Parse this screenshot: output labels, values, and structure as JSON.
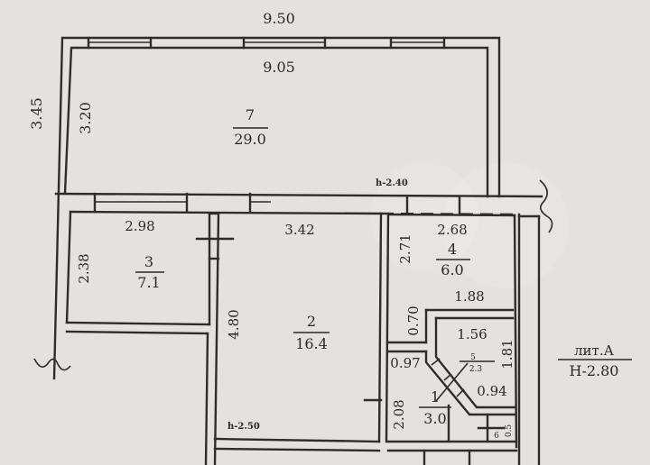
{
  "plan": {
    "overall": {
      "outer_width": "9.50",
      "inner_width": "9.05",
      "outer_depth": "3.45",
      "inner_depth": "3.20"
    },
    "rooms": [
      {
        "number": "7",
        "area": "29.0"
      },
      {
        "number": "3",
        "area": "7.1",
        "width": "2.98",
        "depth": "2.38"
      },
      {
        "number": "2",
        "area": "16.4",
        "width": "3.42",
        "depth": "4.80",
        "height_mark": "h-2.50"
      },
      {
        "number": "4",
        "area": "6.0",
        "width": "2.68",
        "depth": "2.71",
        "lower_width": "1.88"
      },
      {
        "number": "5",
        "area": "2.3",
        "width": "1.56",
        "depth": "1.81",
        "diagonal": "0.94"
      },
      {
        "number": "1",
        "area": "3.0",
        "width": "0.97",
        "depth": "2.08",
        "upper": "0.70"
      },
      {
        "number": "6",
        "area": "",
        "small_dim": "0.5"
      }
    ],
    "height_marks": {
      "balcony": "h-2.40",
      "room2": "h-2.50"
    },
    "legend": {
      "letter": "лит.А",
      "height": "Н-2.80"
    }
  },
  "colors": {
    "paper": "#e4e1de",
    "ink": "#2e2c2c"
  }
}
